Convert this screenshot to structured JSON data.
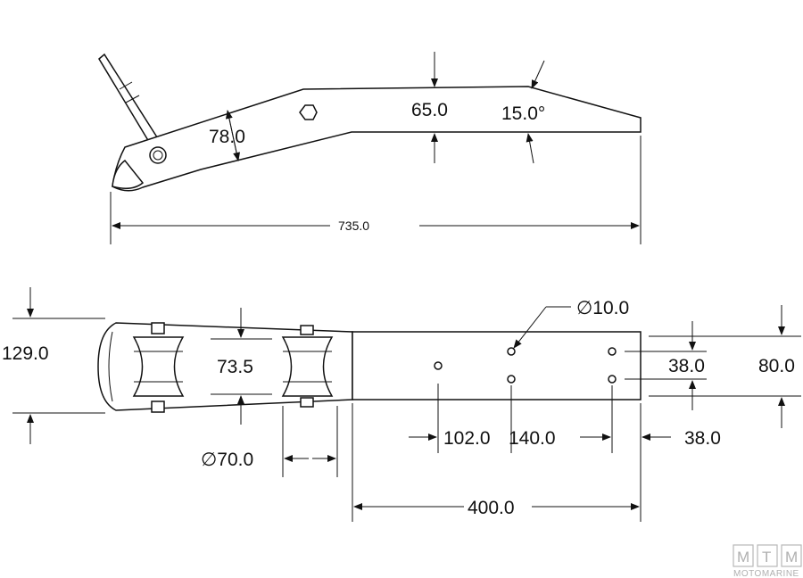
{
  "side_view": {
    "dim_height_front": "78.0",
    "dim_height_mid": "65.0",
    "dim_angle": "15.0°",
    "dim_total_length": "735.0"
  },
  "top_view": {
    "dim_width_rollers_outer": "129.0",
    "dim_roller_gap": "73.5",
    "dim_roller_diameter": "∅70.0",
    "dim_hole_diameter": "∅10.0",
    "dim_hole_spacing_a": "102.0",
    "dim_hole_spacing_b": "140.0",
    "dim_rear_offset": "38.0",
    "dim_hole_row_spacing": "38.0",
    "dim_bar_width": "80.0",
    "dim_bar_length": "400.0"
  },
  "logo": {
    "letters": [
      "M",
      "T",
      "M"
    ],
    "wordmark": "MOTOMARINE"
  }
}
